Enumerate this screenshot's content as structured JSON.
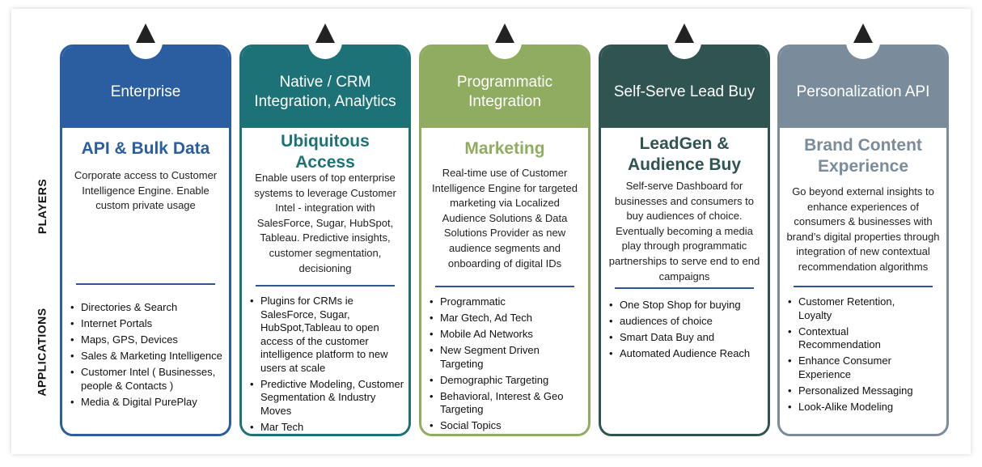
{
  "labels": {
    "players": "PLAYERS",
    "applications": "APPLICATIONS"
  },
  "colors": {
    "enterprise": "#2a5ea0",
    "native": "#1d7277",
    "programmatic": "#8fac60",
    "selfserve": "#2f5452",
    "personalization": "#7a8c9c"
  },
  "columns": [
    {
      "header": "Enterprise",
      "title": "API & Bulk Data",
      "description": "Corporate access to Customer Intelligence Engine. Enable custom private usage",
      "applications": [
        "Directories & Search",
        "Internet Portals",
        "Maps, GPS, Devices",
        "Sales & Marketing Intelligence",
        "Customer Intel ( Businesses, people & Contacts )",
        "Media & Digital PurePlay"
      ]
    },
    {
      "header": "Native / CRM Integration, Analytics",
      "title": "Ubiquitous Access",
      "description": "Enable users of top enterprise systems to leverage Customer Intel - integration with SalesForce, Sugar, HubSpot, Tableau. Predictive insights, customer segmentation, decisioning",
      "applications": [
        "Plugins for CRMs ie SalesForce, Sugar, HubSpot,Tableau to open access of the customer intelligence platform to new users at scale",
        "Predictive Modeling, Customer Segmentation & Industry Moves",
        "Mar Tech"
      ]
    },
    {
      "header": "Programmatic Integration",
      "title": "Marketing",
      "description": "Real-time use of Customer Intelligence Engine for targeted marketing via Localized Audience Solutions & Data Solutions Provider as new audience segments and onboarding of digital IDs",
      "applications": [
        "Programmatic",
        "Mar Gtech, Ad Tech",
        "Mobile Ad Networks",
        "New Segment Driven Targeting",
        "Demographic Targeting",
        "Behavioral, Interest & Geo Targeting",
        "Social Topics"
      ]
    },
    {
      "header": "Self-Serve Lead Buy",
      "title": "LeadGen & Audience Buy",
      "description": "Self-serve Dashboard for businesses and consumers to buy audiences of choice. Eventually becoming a media play through programmatic partnerships to serve end to end campaigns",
      "applications": [
        "One Stop Shop for buying",
        "audiences of choice",
        "Smart Data Buy and",
        "Automated Audience Reach"
      ]
    },
    {
      "header": "Personalization API",
      "title": "Brand Content Experience",
      "description": "Go beyond external insights to enhance experiences of consumers & businesses with brand’s digital properties through integration of new contextual recommendation algorithms",
      "applications": [
        "Customer Retention, Loyalty",
        "Contextual Recommendation",
        "Enhance Consumer Experience",
        "Personalized Messaging",
        "Look-Alike Modeling"
      ]
    }
  ]
}
